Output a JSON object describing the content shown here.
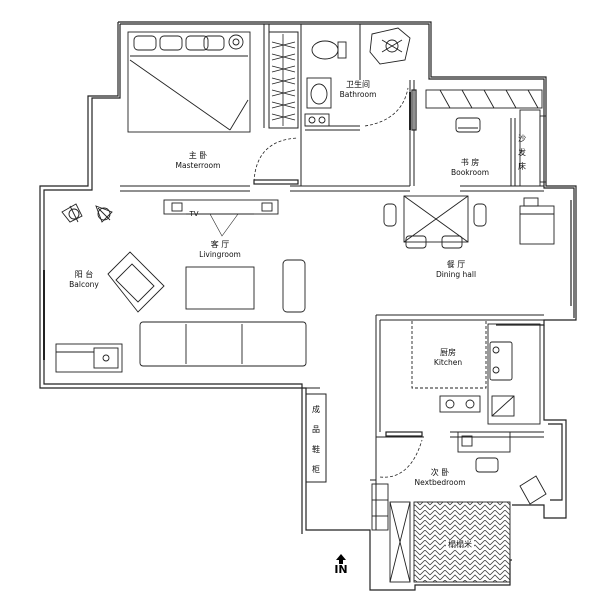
{
  "rooms": {
    "master": {
      "cn": "主 卧",
      "en": "Masterroom"
    },
    "bath": {
      "cn": "卫生间",
      "en": "Bathroom"
    },
    "book": {
      "cn": "书 房",
      "en": "Bookroom"
    },
    "living": {
      "cn": "客 厅",
      "en": "Livingroom"
    },
    "balcony": {
      "cn": "阳 台",
      "en": "Balcony"
    },
    "dining": {
      "cn": "餐 厅",
      "en": "Dining hall"
    },
    "kitchen": {
      "cn": "厨房",
      "en": "Kitchen"
    },
    "next": {
      "cn": "次 卧",
      "en": "Nextbedroom"
    },
    "tatami": {
      "cn": "榻榻米"
    }
  },
  "sofabed": [
    "沙",
    "发",
    "床"
  ],
  "cabinet": [
    "成",
    "品",
    "鞋",
    "柜"
  ],
  "tv_label": "TV",
  "entry_label": "IN",
  "colors": {
    "line": "#222222",
    "background": "#ffffff"
  }
}
